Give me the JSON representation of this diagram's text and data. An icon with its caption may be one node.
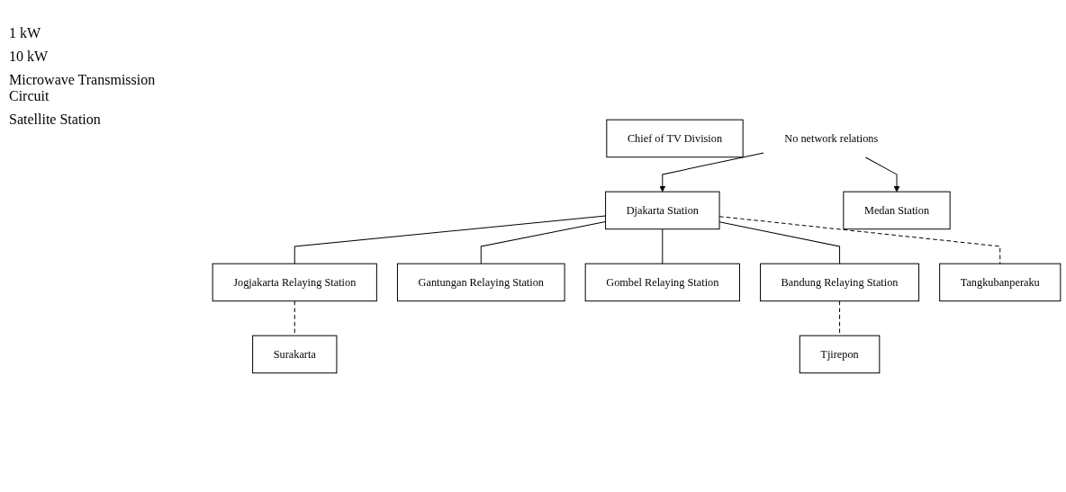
{
  "diagram": {
    "nodes": [
      {
        "text": [
          "Chief of TV Division"
        ]
      },
      {
        "text": [
          "Djakarta Station"
        ]
      },
      {
        "text": [
          "Medan Station"
        ]
      },
      {
        "text": [
          "No network relations"
        ]
      },
      {
        "text": [
          "Jogjakarta Relaying Station"
        ]
      },
      {
        "text": [
          "Gantungan Relaying Station"
        ]
      },
      {
        "text": [
          "Gombel Relaying Station"
        ]
      },
      {
        "text": [
          "Bandung Relaying Station"
        ]
      },
      {
        "text": [
          "Surakarta"
        ]
      },
      {
        "text": [
          "Tjirepon"
        ]
      },
      {
        "text": [
          "Tangkubanperaku"
        ]
      }
    ],
    "edges": [
      {
        "from": 3,
        "to": 1,
        "arrow": "to"
      },
      {
        "from": 3,
        "to": 2,
        "arrow": "to"
      },
      {
        "from": 1,
        "to": 4,
        "arrow": "none"
      },
      {
        "from": 1,
        "to": 5,
        "arrow": "none"
      },
      {
        "from": 1,
        "to": 6,
        "arrow": "none"
      },
      {
        "from": 1,
        "to": 7,
        "arrow": "none"
      },
      {
        "from": 4,
        "to": 8,
        "arrow": "none",
        "style": "dashed"
      },
      {
        "from": 7,
        "to": 9,
        "arrow": "none",
        "style": "dashed"
      },
      {
        "from": 1,
        "to": 10,
        "arrow": "none",
        "style": "dashed"
      }
    ],
    "labels": [
      "1 kW",
      "10 kW",
      "Microwave Transmission Circuit",
      "Satellite Station"
    ]
  }
}
